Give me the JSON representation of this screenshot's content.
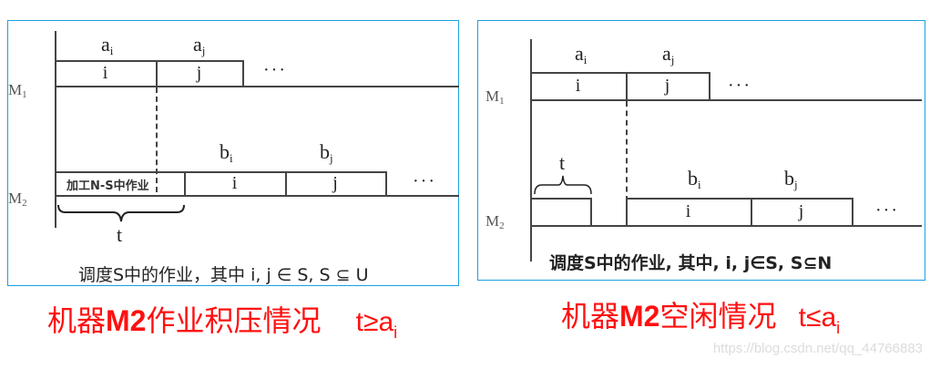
{
  "left_panel": {
    "machine_labels": {
      "m1": "M",
      "m1_sub": "1",
      "m2": "M",
      "m2_sub": "2"
    },
    "m1_labels": [
      {
        "base": "a",
        "sub": "i"
      },
      {
        "base": "a",
        "sub": "j"
      }
    ],
    "m1_cells": [
      "i",
      "j"
    ],
    "m2_labels": [
      {
        "base": "b",
        "sub": "i"
      },
      {
        "base": "b",
        "sub": "j"
      }
    ],
    "m2_cells": [
      "加工N-S中作业",
      "i",
      "j"
    ],
    "ellipsis": "···",
    "brace_label": "t",
    "caption": "调度S中的作业，其中 i, j ∈ S, S ⊆ U"
  },
  "right_panel": {
    "machine_labels": {
      "m1": "M",
      "m1_sub": "1",
      "m2": "M",
      "m2_sub": "2"
    },
    "m1_labels": [
      {
        "base": "a",
        "sub": "i"
      },
      {
        "base": "a",
        "sub": "j"
      }
    ],
    "m1_cells": [
      "i",
      "j"
    ],
    "m2_labels": [
      {
        "base": "b",
        "sub": "i"
      },
      {
        "base": "b",
        "sub": "j"
      }
    ],
    "m2_cells": [
      "i",
      "j"
    ],
    "ellipsis": "···",
    "brace_label": "t",
    "caption": "调度S中的作业, 其中, i, j∈S, S⊆N"
  },
  "titles": {
    "left": {
      "pre": "机器",
      "bold": "M2",
      "post": "作业积压情况",
      "math": "t≥a",
      "sub": "i"
    },
    "right": {
      "pre": "机器",
      "bold": "M2",
      "post": "空闲情况",
      "math": "t≤a",
      "sub": "i"
    }
  },
  "colors": {
    "panel_border": "#1aa0e0",
    "title_red": "#ff1010"
  },
  "watermark": "https://blog.csdn.net/qq_44766883"
}
